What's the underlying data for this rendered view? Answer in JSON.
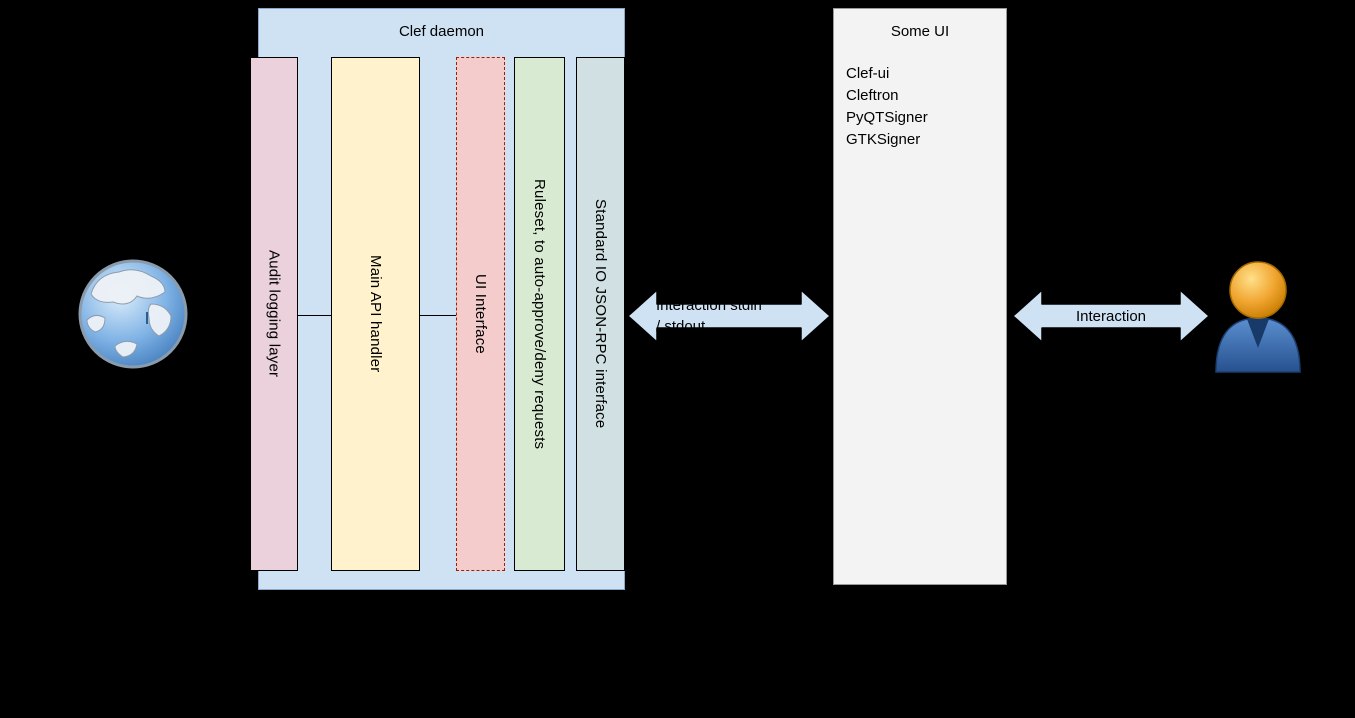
{
  "diagram": {
    "clef_daemon": {
      "title": "Clef daemon",
      "columns": [
        {
          "id": "audit",
          "label": "Audit logging layer",
          "color": "#ead1dc"
        },
        {
          "id": "api",
          "label": "Main API handler",
          "color": "#fff2cc"
        },
        {
          "id": "ui",
          "label": "UI Interface",
          "color": "#f4cccc",
          "border_style": "dashed"
        },
        {
          "id": "ruleset",
          "label": "Ruleset, to auto-approve/deny requests",
          "color": "#d9ead3"
        },
        {
          "id": "stdio",
          "label": "Standard IO JSON-RPC interface",
          "color": "#d0e0e3"
        }
      ]
    },
    "some_ui": {
      "title": "Some UI",
      "items": [
        "Clef-ui",
        "Cleftron",
        "PyQTSigner",
        "GTKSigner"
      ]
    },
    "left_arrow": {
      "label_line1": "Interaction stdin",
      "label_line2": "/ stdout"
    },
    "right_arrow": {
      "label": "Interaction"
    },
    "icons": {
      "left": "internet-globe-icon",
      "right": "user-icon"
    },
    "colors": {
      "background": "#000000",
      "clef_box": "#cfe2f3",
      "some_ui_box": "#f3f3f3",
      "arrow_fill": "#cfe2f3",
      "text": "#000000"
    }
  }
}
